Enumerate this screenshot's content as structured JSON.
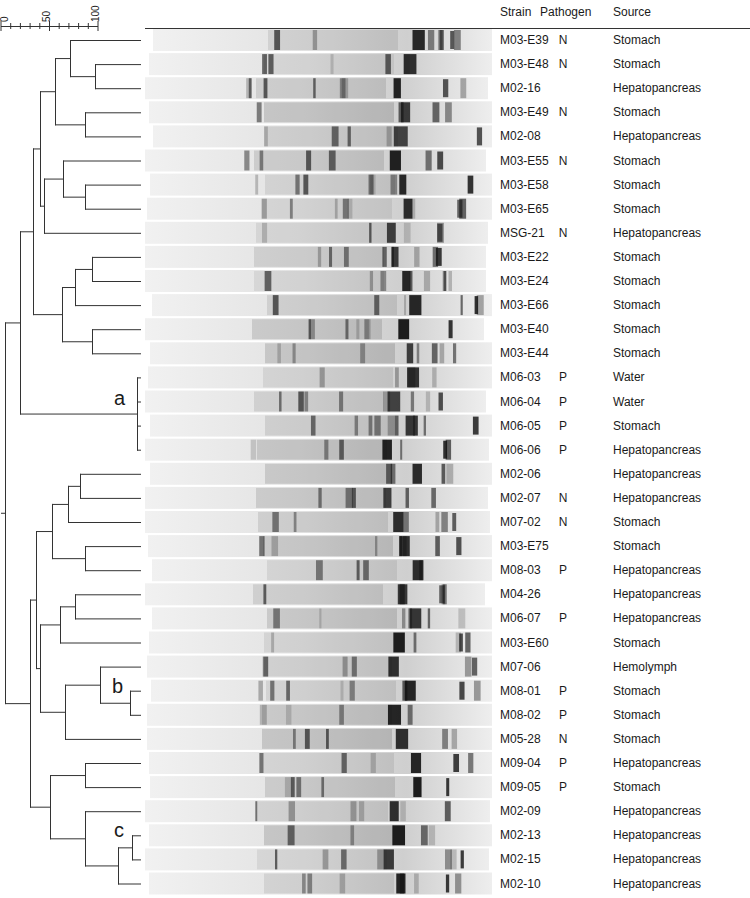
{
  "diagram": {
    "labels": [
      "0",
      "50",
      "100",
      "Strain",
      "Pathogen",
      "Source",
      "M03-E39",
      "N",
      "Stomach",
      "M03-E48",
      "N",
      "Stomach",
      "M02-16",
      "Hepatopancreas",
      "M03-E49",
      "N",
      "Stomach",
      "M02-08",
      "Hepatopancreas",
      "M03-E55",
      "N",
      "Stomach",
      "M03-E58",
      "Stomach",
      "M03-E65",
      "Stomach",
      "MSG-21",
      "N",
      "Hepatopancreas",
      "M03-E22",
      "Stomach",
      "M03-E24",
      "Stomach",
      "M03-E66",
      "Stomach",
      "M03-E40",
      "Stomach",
      "M03-E44",
      "Stomach",
      "M06-03",
      "P",
      "Water",
      "M06-04",
      "P",
      "Water",
      "M06-05",
      "P",
      "Stomach",
      "M06-06",
      "P",
      "Hepatopancreas",
      "M02-06",
      "Hepatopancreas",
      "M02-07",
      "N",
      "Hepatopancreas",
      "M07-02",
      "N",
      "Stomach",
      "M03-E75",
      "Stomach",
      "M08-03",
      "P",
      "Hepatopancreas",
      "M04-26",
      "Hepatopancreas",
      "M06-07",
      "P",
      "Hepatopancreas",
      "M03-E60",
      "Stomach",
      "M07-06",
      "Hemolymph",
      "M08-01",
      "P",
      "Stomach",
      "M08-02",
      "P",
      "Stomach",
      "M05-28",
      "N",
      "Stomach",
      "M09-04",
      "P",
      "Hepatopancreas",
      "M09-05",
      "P",
      "Stomach",
      "M02-09",
      "Hepatopancreas",
      "M02-13",
      "Hepatopancreas",
      "M02-15",
      "Hepatopancreas",
      "M02-10",
      "Hepatopancreas",
      "a",
      "b",
      "c"
    ]
  }
}
